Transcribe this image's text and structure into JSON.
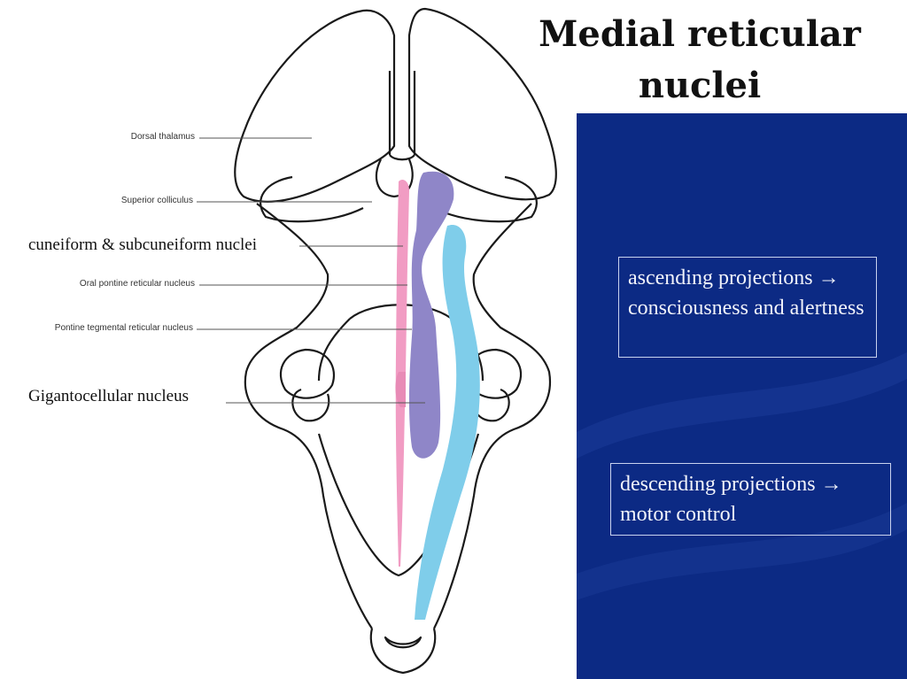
{
  "title": "Medial reticular nuclei",
  "labels": {
    "dorsal_thalamus": "Dorsal thalamus",
    "superior_colliculus": "Superior colliculus",
    "cuneiform": "cuneiform & subcuneiform nuclei",
    "oral_pontine": "Oral pontine reticular nucleus",
    "pontine_tegmental": "Pontine tegmental reticular nucleus",
    "gigantocellular": "Gigantocellular nucleus"
  },
  "boxes": {
    "ascending": "ascending projections → consciousness and alertness",
    "descending": "descending projections → motor control"
  },
  "colors": {
    "panel": "#0c2a84",
    "pink": "#f19cc3",
    "purple": "#8f86c8",
    "cyan": "#7fcdea"
  }
}
